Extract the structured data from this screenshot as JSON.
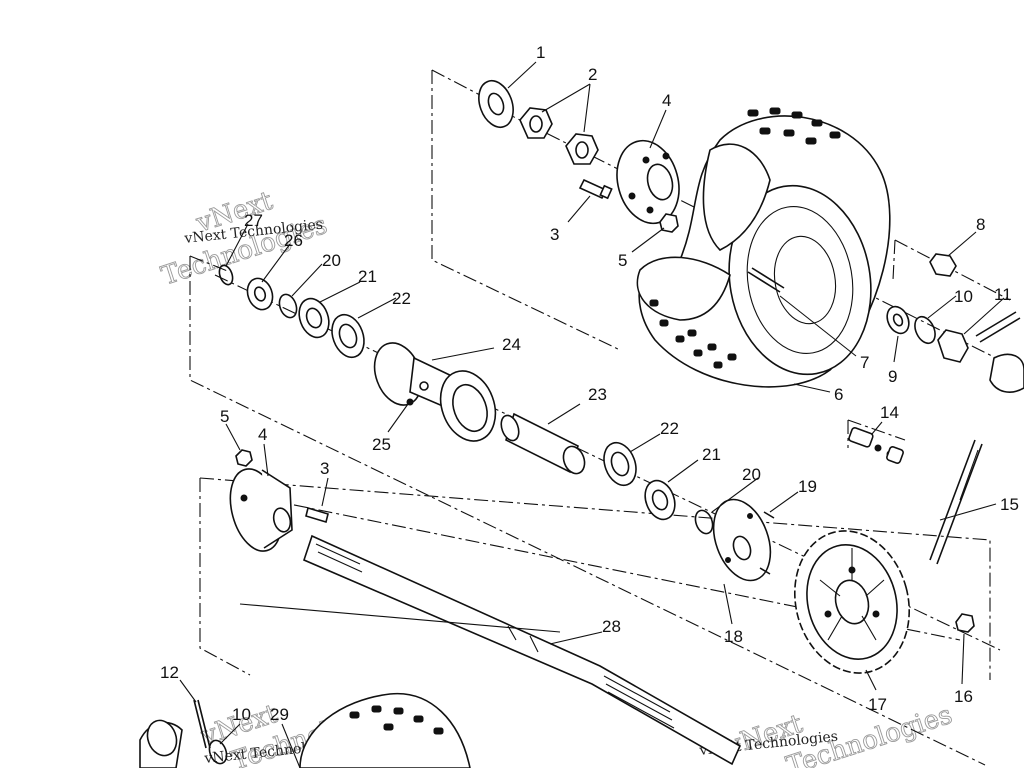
{
  "diagram": {
    "callouts": {
      "c1": "1",
      "c2": "2",
      "c3a": "3",
      "c4a": "4",
      "c5a": "5",
      "c6": "6",
      "c7": "7",
      "c8": "8",
      "c9": "9",
      "c10a": "10",
      "c11": "11",
      "c14": "14",
      "c15": "15",
      "c16": "16",
      "c17": "17",
      "c18": "18",
      "c19": "19",
      "c20a": "20",
      "c21a": "21",
      "c22a": "22",
      "c23": "23",
      "c24": "24",
      "c25": "25",
      "c26": "26",
      "c27": "27",
      "c20b": "20",
      "c21b": "21",
      "c22b": "22",
      "c5b": "5",
      "c4b": "4",
      "c3b": "3",
      "c28": "28",
      "c12": "12",
      "c10b": "10",
      "c29": "29"
    },
    "watermark": {
      "brand": "vNext",
      "company": "Technologies",
      "caption": "vNext Technologies"
    }
  }
}
